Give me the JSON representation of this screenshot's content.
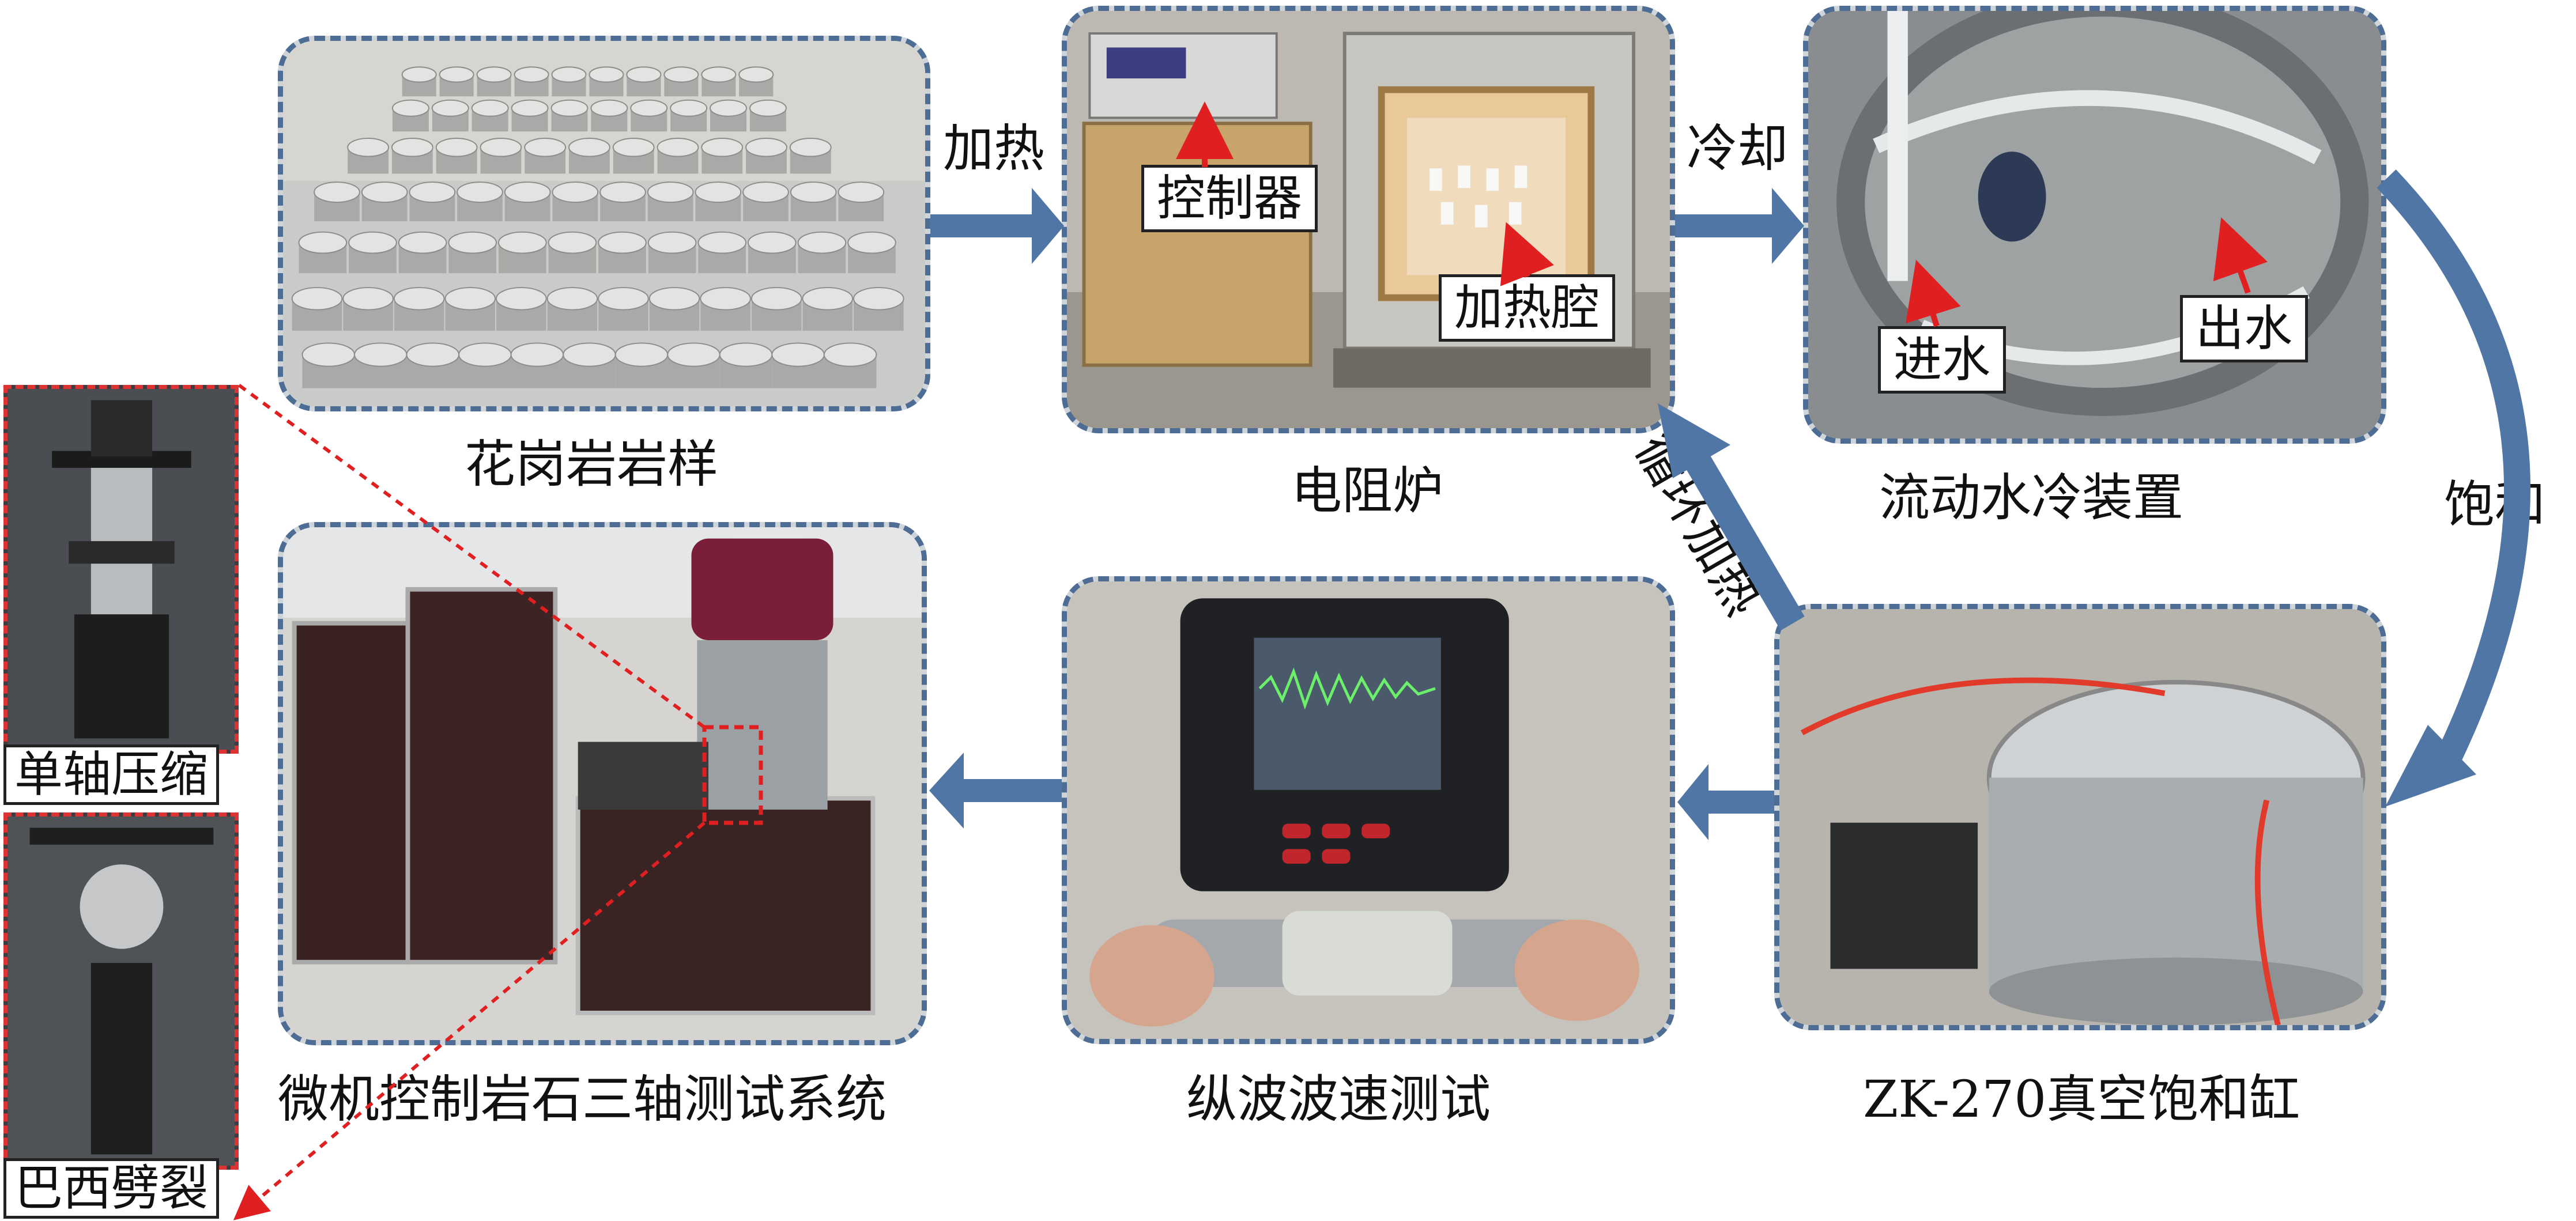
{
  "panels": {
    "granite": {
      "caption": "花岗岩岩样"
    },
    "furnace": {
      "caption": "电阻炉",
      "callouts": [
        "控制器",
        "加热腔"
      ]
    },
    "cooling": {
      "caption": "流动水冷装置",
      "callouts": [
        "进水",
        "出水"
      ]
    },
    "saturation": {
      "caption": "ZK-270真空饱和缸"
    },
    "wave": {
      "caption": "纵波波速测试"
    },
    "triaxial": {
      "caption": "微机控制岩石三轴测试系统"
    }
  },
  "flow": {
    "heat": "加热",
    "cool": "冷却",
    "saturate": "饱和",
    "cycle": "循环加热"
  },
  "insets": {
    "uniaxial": "单轴压缩",
    "brazilian": "巴西劈裂"
  },
  "colors": {
    "arrow": "#4f76a5",
    "panel_border": "#4d6d94",
    "callout_arrow": "#e02020",
    "inset_border": "#dd3333"
  }
}
